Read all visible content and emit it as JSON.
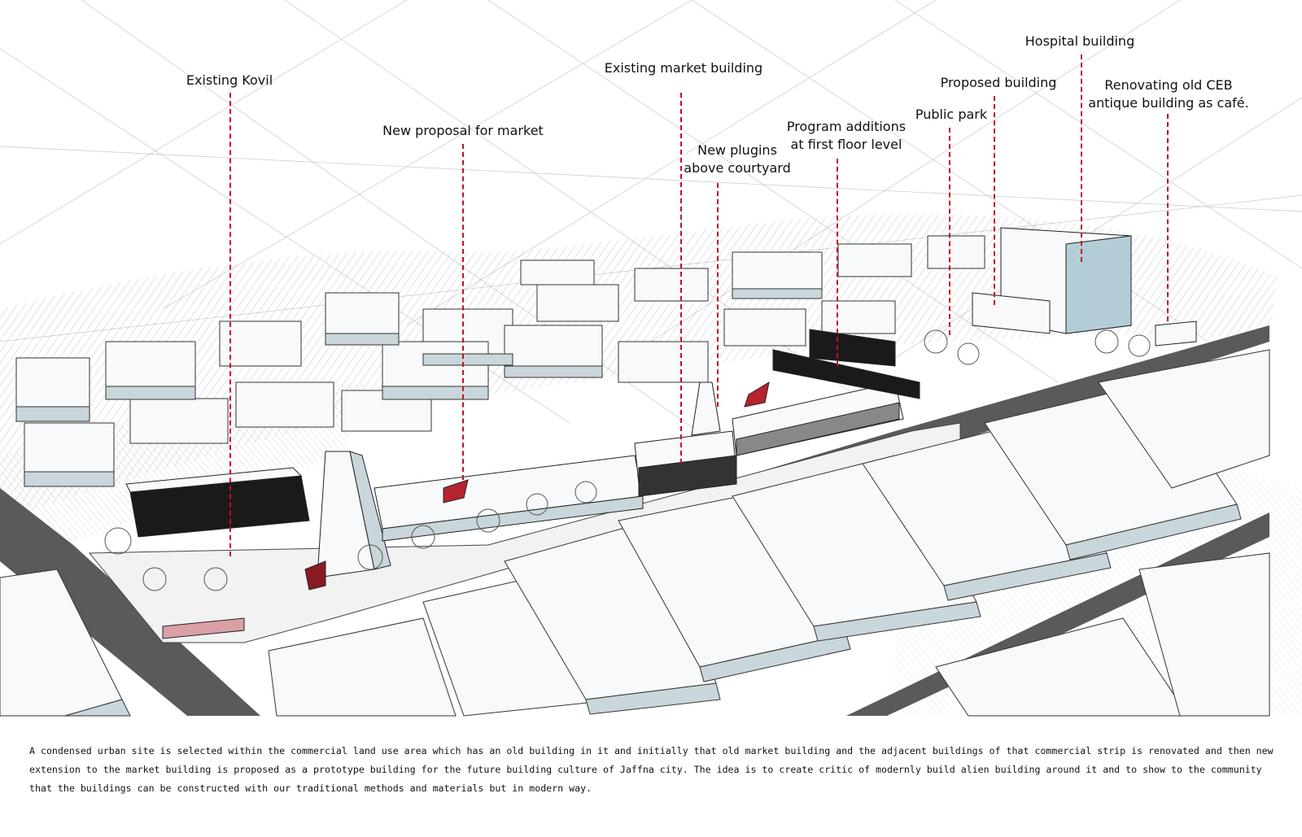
{
  "labels": {
    "existing_kovil": "Existing Kovil",
    "new_proposal_market": "New proposal for market",
    "existing_market_building": "Existing  market building",
    "new_plugins_line1": "New plugins",
    "new_plugins_line2": "above courtyard",
    "program_additions_line1": "Program additions",
    "program_additions_line2": "at first floor level",
    "public_park": "Public park",
    "proposed_building": "Proposed building",
    "hospital_building": "Hospital building",
    "renovating_ceb_line1": "Renovating old CEB",
    "renovating_ceb_line2": "antique building as café."
  },
  "caption": "A condensed urban site is selected within the commercial land use area which has an old building in it and initially that old market building and the adjacent buildings of that commercial strip is renovated and then new extension to the market building is proposed as a prototype building for the future building culture of Jaffna city. The idea is to create critic of modernly build alien building around it and to show to the community that the buildings can be constructed with our traditional methods and materials but in modern way.",
  "colors": {
    "leader": "#c1121f",
    "road": "#5a5a5a",
    "building_fill": "#f7f9fa",
    "building_shade": "#c9d6dc",
    "dark_facade": "#1a1a1a",
    "hospital_glass": "#b3cdd6"
  }
}
